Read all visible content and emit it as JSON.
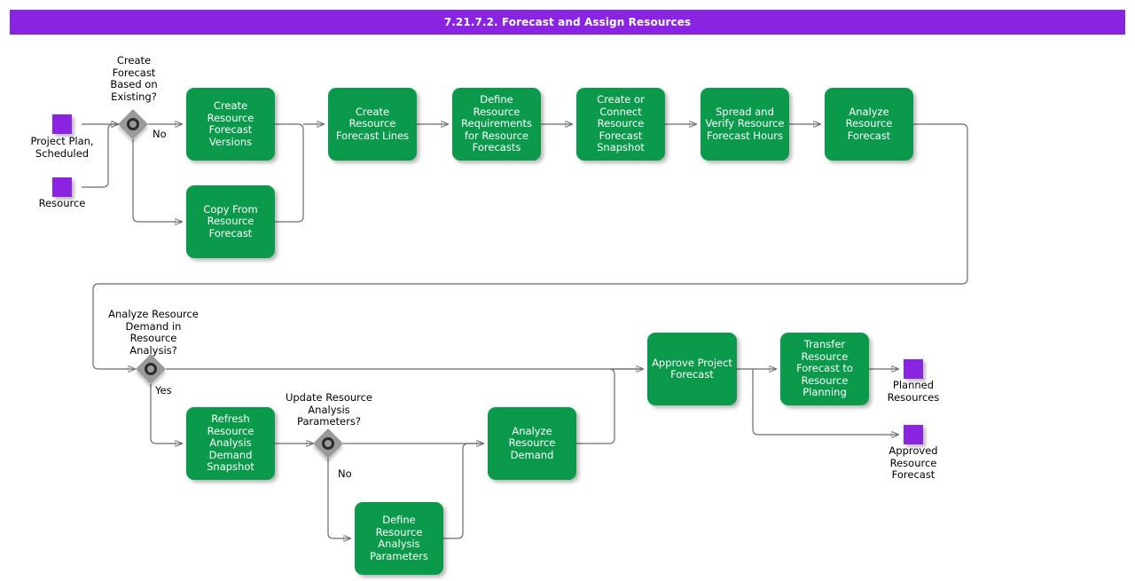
{
  "title": "7.21.7.2. Forecast and Assign Resources",
  "colors": {
    "title_bar": "#8A24E0",
    "task_fill": "#0B9A4B",
    "task_text": "#FFFFFF",
    "marker_fill": "#8A24E0",
    "gateway_fill": "#9A9A9A",
    "connector": "#6B6B6B",
    "page_background": "#FFFFFF"
  },
  "markers": [
    {
      "id": "project-plan-scheduled",
      "label": "Project Plan,\nScheduled"
    },
    {
      "id": "resource",
      "label": "Resource"
    },
    {
      "id": "planned-resources",
      "label": "Planned\nResources"
    },
    {
      "id": "approved-resource-forecast",
      "label": "Approved\nResource\nForecast"
    }
  ],
  "gateways": [
    {
      "id": "create-forecast-based-on-existing",
      "label": "Create\nForecast\nBased on\nExisting?",
      "branch_label": "No"
    },
    {
      "id": "analyze-resource-demand-in-resource-analysis",
      "label": "Analyze Resource\nDemand in\nResource\nAnalysis?",
      "branch_label": "Yes"
    },
    {
      "id": "update-resource-analysis-parameters",
      "label": "Update Resource\nAnalysis\nParameters?",
      "branch_label": "No"
    }
  ],
  "tasks": [
    {
      "id": "create-resource-forecast-versions",
      "label": "Create Resource Forecast Versions"
    },
    {
      "id": "copy-from-resource-forecast",
      "label": "Copy From Resource Forecast"
    },
    {
      "id": "create-resource-forecast-lines",
      "label": "Create Resource Forecast Lines"
    },
    {
      "id": "define-resource-requirements-for-resource-forecasts",
      "label": "Define Resource Requirements for Resource Forecasts"
    },
    {
      "id": "create-or-connect-resource-forecast-snapshot",
      "label": "Create or Connect Resource Forecast Snapshot"
    },
    {
      "id": "spread-and-verify-resource-forecast-hours",
      "label": "Spread and Verify Resource Forecast Hours"
    },
    {
      "id": "analyze-resource-forecast",
      "label": "Analyze Resource Forecast"
    },
    {
      "id": "refresh-resource-analysis-demand-snapshot",
      "label": "Refresh Resource Analysis Demand Snapshot"
    },
    {
      "id": "define-resource-analysis-parameters",
      "label": "Define Resource Analysis Parameters"
    },
    {
      "id": "analyze-resource-demand",
      "label": "Analyze Resource Demand"
    },
    {
      "id": "approve-project-forecast",
      "label": "Approve Project Forecast"
    },
    {
      "id": "transfer-resource-forecast-to-resource-planning",
      "label": "Transfer Resource Forecast to Resource Planning"
    }
  ]
}
